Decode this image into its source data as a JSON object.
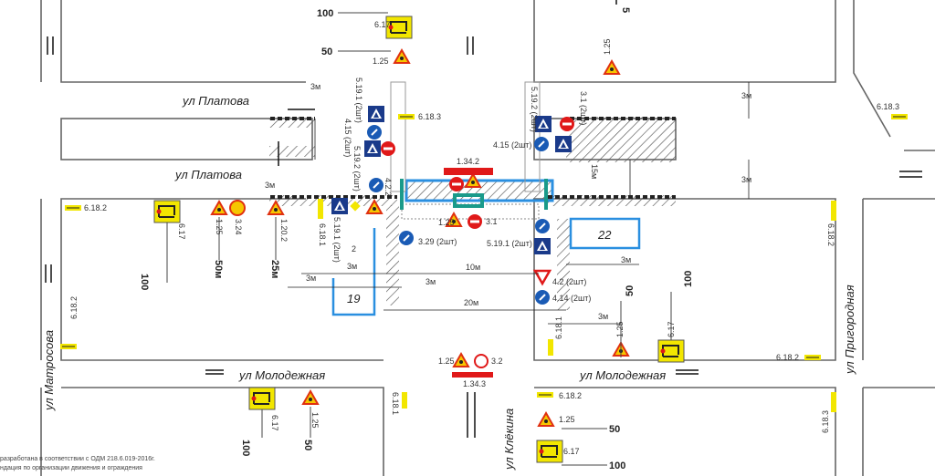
{
  "streets": {
    "platova_upper": "ул Платова",
    "platova_lower": "ул Платова",
    "molodezhnaya_left": "ул Молодежная",
    "molodezhnaya_right": "ул Молодежная",
    "matrosova": "ул Матросова",
    "klyokina": "ул Клёкина",
    "prigorodnaya": "ул Пригородная"
  },
  "sign_labels": {
    "s617_top": "6.17",
    "d100_top": "100",
    "s125_top": "1.25",
    "d50_top": "50",
    "s125_tr": "1.25",
    "s5_tr": "5",
    "s6183_tr": "6.18.3",
    "s6182_left": "6.18.2",
    "s617_left": "6.17",
    "d100_left": "100",
    "s125_left": "1.25",
    "s324_left": "3.24",
    "d50m_left": "50м",
    "s1202": "1.20.2",
    "d25m": "25м",
    "s6181_left": "6.18.1",
    "s5191_left": "5.19.1 (2шт)",
    "s6183_mid": "6.18.3",
    "s4152_left": "4.15 (2шт)",
    "s5192_left": "5.19.2 (2шт)",
    "s4152_right": "4.15 (2шт)",
    "s31_right": "3.1 (2шт)",
    "s5192_right": "5.19.2 (2шт)",
    "s5191_right": "5.19.1 (2шт)",
    "s1342": "1.34.2",
    "s125_mid": "1.25",
    "s31_mid": "3.1",
    "s329": "3.29 (2шт)",
    "s5191_bot": "5.19.1 (2шт)",
    "s422": "4.2.2",
    "s2": "2",
    "s414": "4.14 (2шт)",
    "s4_2": "4.2 (2шт)",
    "s6182_leftbot": "6.18.2",
    "s125_c": "1.25",
    "s32_c": "3.2",
    "s1343_c": "1.34.3",
    "s6181_bl": "6.18.1",
    "s617_bl": "6.17",
    "d100_bl": "100",
    "s125_bl": "1.25",
    "d50_bl": "50",
    "s6181_br": "6.18.1",
    "s125_br": "1.25",
    "d50_br": "50",
    "s617_br": "6.17",
    "d100_br": "100",
    "s6182_br": "6.18.2",
    "s6182_rt": "6.18.2",
    "s6182_bot": "6.18.2",
    "s125_bot": "1.25",
    "d50_bot": "50",
    "s617_bot": "6.17",
    "d100_bot": "100",
    "s6183_bot": "6.18.3"
  },
  "dimensions": {
    "w3_1": "3м",
    "w3_2": "3м",
    "w3_3": "3м",
    "w3_4": "3м",
    "w3_5": "3м",
    "w3_6": "3м",
    "w10": "10м",
    "w20": "20м",
    "w3_7": "3м",
    "w3_8": "3м",
    "w15": "15м",
    "w3_9": "3м"
  },
  "zones": {
    "zone19": "19",
    "zone22": "22"
  },
  "notes": {
    "line1": "разработана в соответствии с ОДМ 218.6.019-2016г.",
    "line2": "ндация по организации движения и ограждения"
  },
  "colors": {
    "sign_blue": "#1a5bb5",
    "sign_red": "#e01919",
    "sign_yellow": "#f2e600",
    "work_zone": "#2a8fe0",
    "barrier_teal": "#1a9a8a",
    "hatch": "#333333"
  }
}
